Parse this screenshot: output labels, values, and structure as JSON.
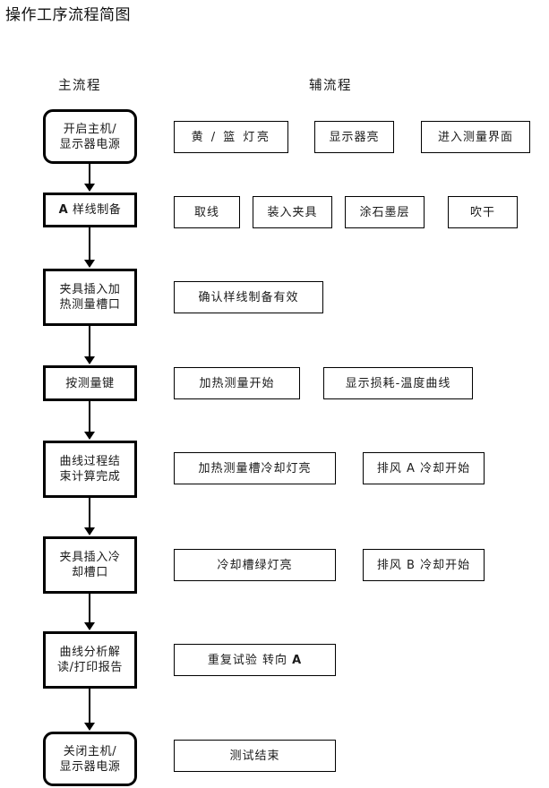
{
  "title": "操作工序流程简图",
  "headers": {
    "main": "主流程",
    "aux": "辅流程"
  },
  "main_flow": [
    {
      "id": "power-on",
      "label": "开启主机/\n显示器电源",
      "shape": "rounded"
    },
    {
      "id": "sample-prep",
      "label": "A 样线制备",
      "shape": "rect"
    },
    {
      "id": "insert-heating",
      "label": "夹具插入加\n热测量槽口",
      "shape": "rect"
    },
    {
      "id": "press-measure",
      "label": "按测量键",
      "shape": "rect"
    },
    {
      "id": "curve-finish",
      "label": "曲线过程结\n束计算完成",
      "shape": "rect"
    },
    {
      "id": "insert-cooling",
      "label": "夹具插入冷\n却槽口",
      "shape": "rect"
    },
    {
      "id": "analyze-print",
      "label": "曲线分析解\n读/打印报告",
      "shape": "rect"
    },
    {
      "id": "power-off",
      "label": "关闭主机/\n显示器电源",
      "shape": "rounded"
    }
  ],
  "aux_flow": [
    {
      "row": 1,
      "items": [
        "黄 / 篮 灯亮",
        "显示器亮",
        "进入测量界面"
      ]
    },
    {
      "row": 2,
      "items": [
        "取线",
        "装入夹具",
        "涂石墨层",
        "吹干"
      ]
    },
    {
      "row": 3,
      "items": [
        "确认样线制备有效"
      ]
    },
    {
      "row": 4,
      "items": [
        "加热测量开始",
        "显示损耗-温度曲线"
      ]
    },
    {
      "row": 5,
      "items": [
        "加热测量槽冷却灯亮",
        "排风 A 冷却开始"
      ]
    },
    {
      "row": 6,
      "items": [
        "冷却槽绿灯亮",
        "排风 B 冷却开始"
      ]
    },
    {
      "row": 7,
      "items": [
        "重复试验 转向 A"
      ]
    },
    {
      "row": 8,
      "items": [
        "测试结束"
      ]
    }
  ],
  "colors": {
    "ink": "#111111",
    "box_border": "#000000",
    "background": "#ffffff"
  }
}
